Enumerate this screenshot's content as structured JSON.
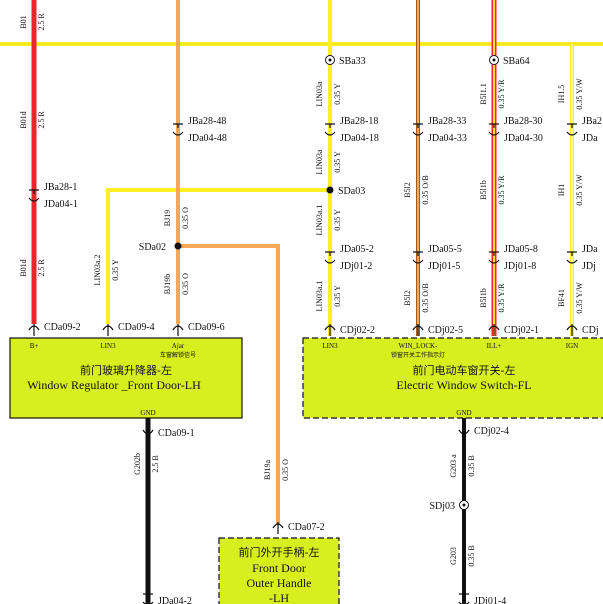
{
  "wires": {
    "w1_top": "B01",
    "w1_top_spec": "2.5 R",
    "w1_mid": "B01d",
    "w1_mid_spec": "2.5 R",
    "w1_bot": "B01d",
    "w1_bot_spec": "2.5 R",
    "w2": "LIN03a.2",
    "w2_spec": "0.35 Y",
    "w3_a": "BJ19",
    "w3_a_spec": "0.35 O",
    "w3_b": "BJ19b",
    "w3_b_spec": "0.35 O",
    "w4_a": "LIN03a",
    "w4_a_spec": "0.35 Y",
    "w4_b": "LIN03a",
    "w4_b_spec": "0.35 Y",
    "w4_c": "LIN03a.1",
    "w4_c_spec": "0.35 Y",
    "w4_d": "LIN03a.1",
    "w4_d_spec": "0.35 Y",
    "w5_a": "B5l2",
    "w5_a_spec": "0.35 O/B",
    "w5_b": "B5l2",
    "w5_b_spec": "0.35 O/B",
    "w6_a": "B5l1.1",
    "w6_a_spec": "0.35 Y/R",
    "w6_b": "B5l1b",
    "w6_b_spec": "0.35 Y/R",
    "w6_c": "B5l1b",
    "w6_c_spec": "0.35 Y/R",
    "w7_a": "IH1.5",
    "w7_a_spec": "0.35 Y/W",
    "w7_b": "IH1",
    "w7_b_spec": "0.35 Y/W",
    "w7_c": "BF41",
    "w7_c_spec": "0.35 Y/W",
    "w8": "G202b",
    "w8_spec": "2.5 B",
    "w9": "BJ19a",
    "w9_spec": "0.35 O",
    "w10_a": "G203 a",
    "w10_a_spec": "0.35 B",
    "w10_b": "G203",
    "w10_b_spec": "0.35 B"
  },
  "splices": {
    "s1": "SBa33",
    "s2": "SBa64",
    "s3": "SDa03",
    "s4": "SDa02",
    "s5": "SDj03"
  },
  "connectors": {
    "c1a": "JBa28-1",
    "c1b": "JDa04-1",
    "c2a": "JBa28-48",
    "c2b": "JDa04-48",
    "c3a": "JBa28-18",
    "c3b": "JDa04-18",
    "c4a": "JBa28-33",
    "c4b": "JDa04-33",
    "c5a": "JBa28-30",
    "c5b": "JDa04-30",
    "c6a": "JBa2",
    "c6b": "JDa",
    "c7a": "JDa05-2",
    "c7b": "JDj01-2",
    "c8a": "JDa05-5",
    "c8b": "JDj01-5",
    "c9a": "JDa05-8",
    "c9b": "JDj01-8",
    "c10a": "JDa",
    "c10b": "JDj",
    "p1": "CDa09-2",
    "p2": "CDa09-4",
    "p3": "CDa09-6",
    "p4": "CDj02-2",
    "p5": "CDj02-5",
    "p6": "CDj02-1",
    "p7": "CDj",
    "p8": "CDa09-1",
    "p9": "CDj02-4",
    "p10": "CDa07-2",
    "b1": "JDa04-2",
    "b2": "JDj01-4"
  },
  "modules": {
    "m1": {
      "title_cn": "前门玻璃升降器-左",
      "title_en": "Window Regulator _Front Door-LH",
      "pins": [
        "B+",
        "LIN3",
        "Ajar"
      ],
      "pin_note": "车窗解锁信号",
      "gnd": "GND"
    },
    "m2": {
      "title_cn": "前门电动车窗开关-左",
      "title_en": "Electric Window Switch-FL",
      "pins": [
        "LIN3",
        "WIN_LOCK-",
        "ILL+",
        "IGN"
      ],
      "pin_note": "锁窗开关工作指示灯",
      "gnd": "GND"
    },
    "m3": {
      "title_cn": "前门外开手柄-左",
      "line1": "Front Door",
      "line2": "Outer Handle",
      "line3": "-LH"
    }
  },
  "colors": {
    "red": "#e8262b",
    "yellow": "#ffee22",
    "orange": "#f7a757",
    "dark_orange": "#a55a1a",
    "module_fill": "#d8ef1f",
    "black": "#111111"
  }
}
